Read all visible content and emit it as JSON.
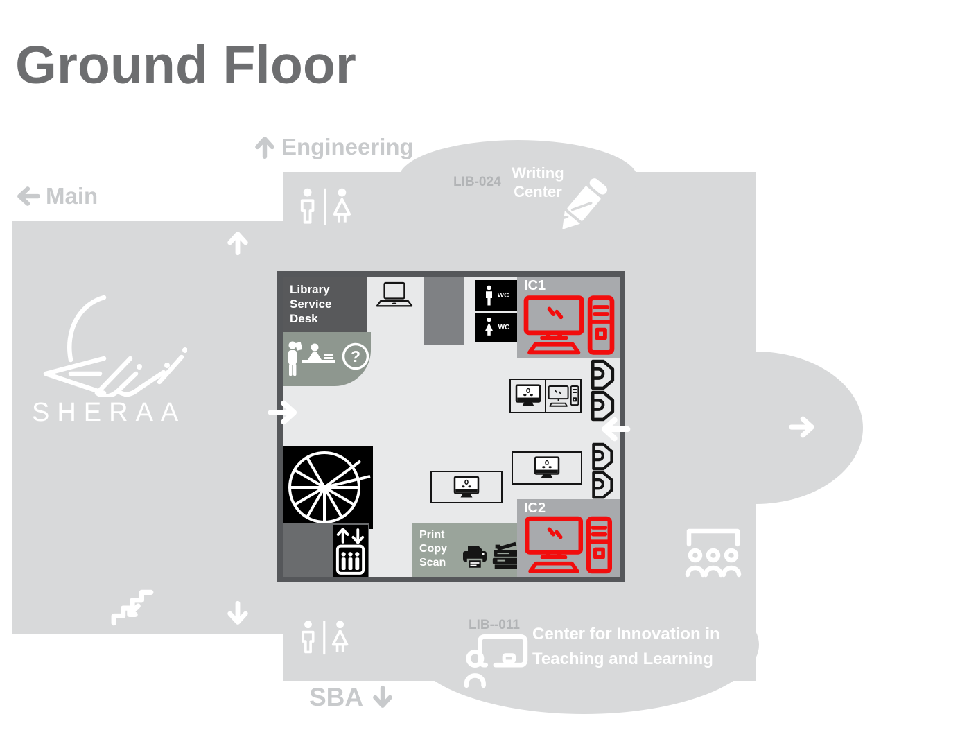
{
  "title": "Ground Floor",
  "nav": {
    "engineering": "Engineering",
    "main": "Main",
    "sba": "SBA"
  },
  "rooms": {
    "writing_center": {
      "code": "LIB-024",
      "lines": [
        "Writing",
        "Center"
      ]
    },
    "citl": {
      "code": "LIB--011",
      "lines": [
        "Center for Innovation in",
        "Teaching and Learning"
      ]
    },
    "sheraa": {
      "name": "SHERAA"
    }
  },
  "plan": {
    "service_desk_lines": [
      "Library",
      "Service",
      "Desk"
    ],
    "ic1_label": "IC1",
    "ic2_label": "IC2",
    "print_lines": [
      "Print",
      "Copy",
      "Scan"
    ],
    "wc_label": "WC"
  },
  "icons": {
    "up-arrow-icon": "↑",
    "down-arrow-icon": "↓",
    "left-arrow-icon": "←",
    "right-arrow-icon": "→",
    "restroom-icon": "male|female figures",
    "pencil-icon": "pencil",
    "laptop-icon": "laptop outline",
    "monitor-icon": "desktop monitor",
    "desktop-pc-icon": "monitor+tower+keyboard",
    "red-computer-icon": "monitor+tower in red",
    "shelf-icon": "book bins",
    "spiral-stair-icon": "spiral staircase",
    "elevator-icon": "up/down arrows + cabin",
    "stairs-down-icon": "steps with arrow",
    "printer-icon": "printer",
    "copier-icon": "copier",
    "service-desk-icon": "person at desk",
    "question-icon": "question mark circle",
    "presenter-icon": "person at whiteboard",
    "audience-icon": "three people at screen"
  },
  "colors": {
    "accent_red": "#f20d0d",
    "footprint_gray": "#d8d9da",
    "plan_floor": "#e8e9ea",
    "dark_gray": "#58595b",
    "sage": "#9aa49b",
    "desk_sage": "#8e978f",
    "zone_gray": "#a8aaad",
    "label_gray": "#c8cacc",
    "code_gray": "#b2b4b6",
    "title_gray": "#6d6e70"
  }
}
